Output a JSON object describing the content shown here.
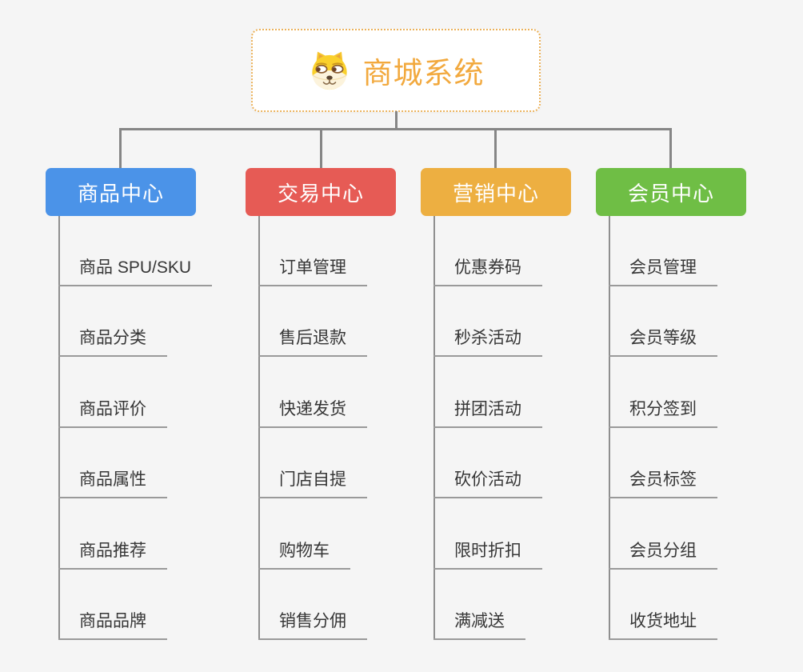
{
  "root": {
    "title": "商城系统",
    "accent": "#F2A93E",
    "border_color": "#EBB25C",
    "icon": "doge-icon"
  },
  "lines": {
    "color": "#868686",
    "underline": "#9a9a9a"
  },
  "branches": [
    {
      "label": "商品中心",
      "color": "#4B93E8",
      "items": [
        "商品 SPU/SKU",
        "商品分类",
        "商品评价",
        "商品属性",
        "商品推荐",
        "商品品牌"
      ]
    },
    {
      "label": "交易中心",
      "color": "#E65B55",
      "items": [
        "订单管理",
        "售后退款",
        "快递发货",
        "门店自提",
        "购物车",
        "销售分佣"
      ]
    },
    {
      "label": "营销中心",
      "color": "#EDAF41",
      "items": [
        "优惠券码",
        "秒杀活动",
        "拼团活动",
        "砍价活动",
        "限时折扣",
        "满减送"
      ]
    },
    {
      "label": "会员中心",
      "color": "#6FBE45",
      "items": [
        "会员管理",
        "会员等级",
        "积分签到",
        "会员标签",
        "会员分组",
        "收货地址"
      ]
    }
  ]
}
